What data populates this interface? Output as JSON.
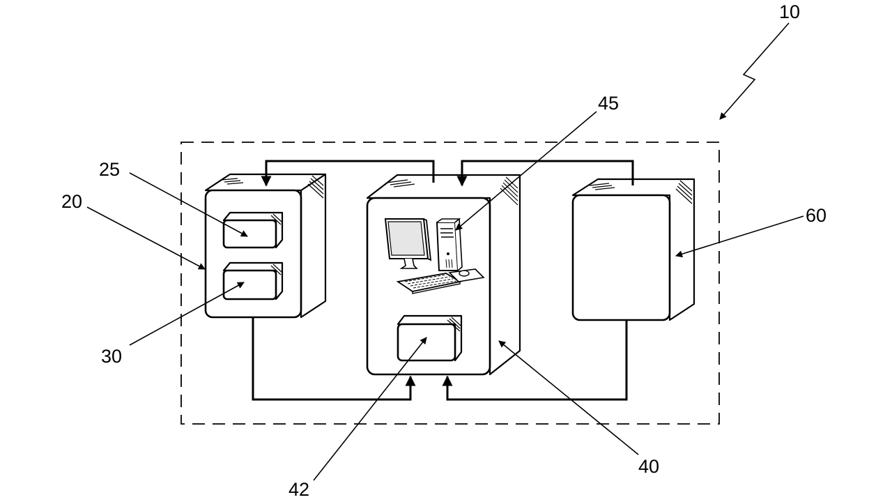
{
  "labels": {
    "system": "10",
    "first_unit": "20",
    "first_component": "25",
    "second_component": "30",
    "central_unit": "40",
    "central_module": "42",
    "computer": "45",
    "third_unit": "60"
  }
}
